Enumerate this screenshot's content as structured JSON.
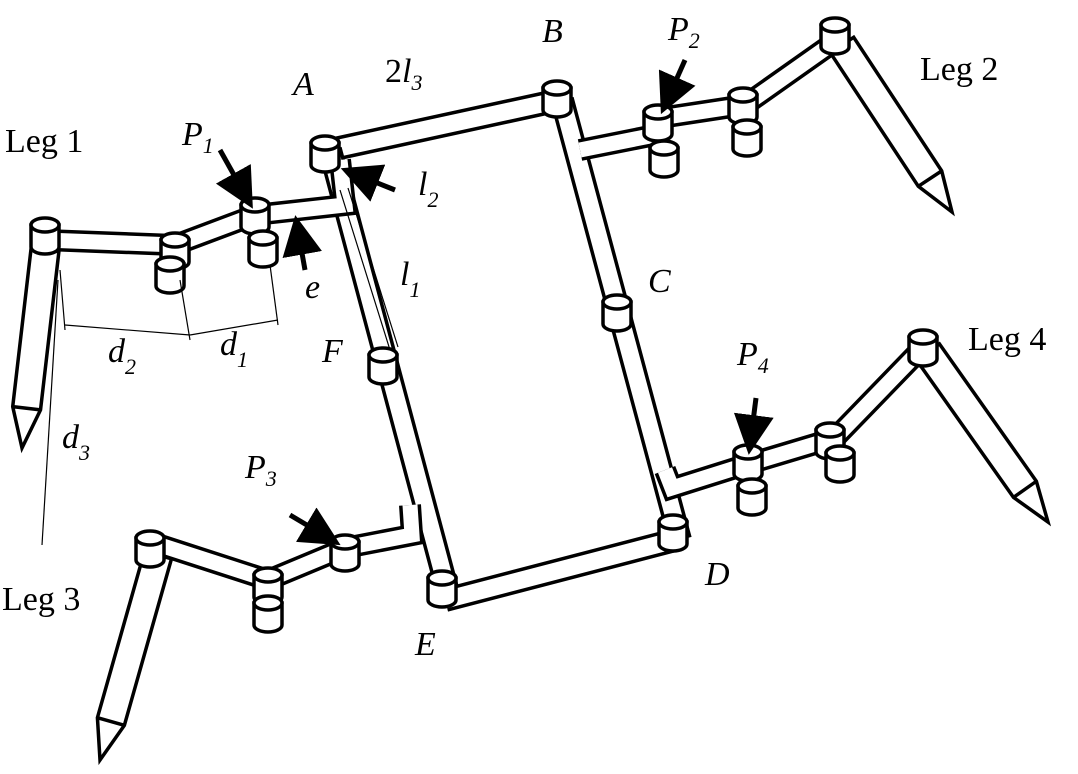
{
  "legs": [
    "Leg 1",
    "Leg 2",
    "Leg 3",
    "Leg 4"
  ],
  "joints": [
    "A",
    "B",
    "C",
    "D",
    "E",
    "F"
  ],
  "points": [
    {
      "base": "P",
      "sub": "1"
    },
    {
      "base": "P",
      "sub": "2"
    },
    {
      "base": "P",
      "sub": "3"
    },
    {
      "base": "P",
      "sub": "4"
    }
  ],
  "dimensions": {
    "two_l3": {
      "pre": "2",
      "base": "l",
      "sub": "3"
    },
    "l2": {
      "base": "l",
      "sub": "2"
    },
    "l1": {
      "base": "l",
      "sub": "1"
    },
    "e": {
      "base": "e"
    },
    "d1": {
      "base": "d",
      "sub": "1"
    },
    "d2": {
      "base": "d",
      "sub": "2"
    },
    "d3": {
      "base": "d",
      "sub": "3"
    }
  }
}
